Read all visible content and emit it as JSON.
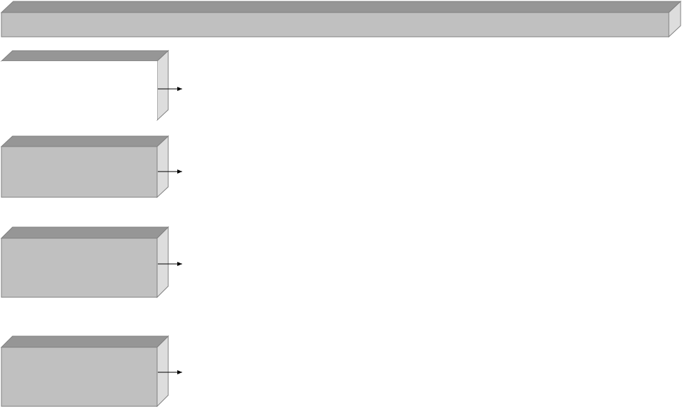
{
  "colors": {
    "front_face": "#c0c0c0",
    "top_face": "#969696",
    "side_face": "#dddddd",
    "outline": "#808080",
    "arrow": "#000000",
    "background": "#ffffff"
  },
  "header_bar": {
    "label": ""
  },
  "boxes": [
    {
      "label": "",
      "front_fill": "#ffffff"
    },
    {
      "label": "",
      "front_fill": "#c0c0c0"
    },
    {
      "label": "",
      "front_fill": "#c0c0c0"
    },
    {
      "label": "",
      "front_fill": "#c0c0c0"
    }
  ],
  "connectors": [
    {
      "type": "arrow",
      "direction": "right"
    },
    {
      "type": "arrow",
      "direction": "right"
    },
    {
      "type": "arrow",
      "direction": "right"
    },
    {
      "type": "arrow",
      "direction": "right"
    }
  ]
}
